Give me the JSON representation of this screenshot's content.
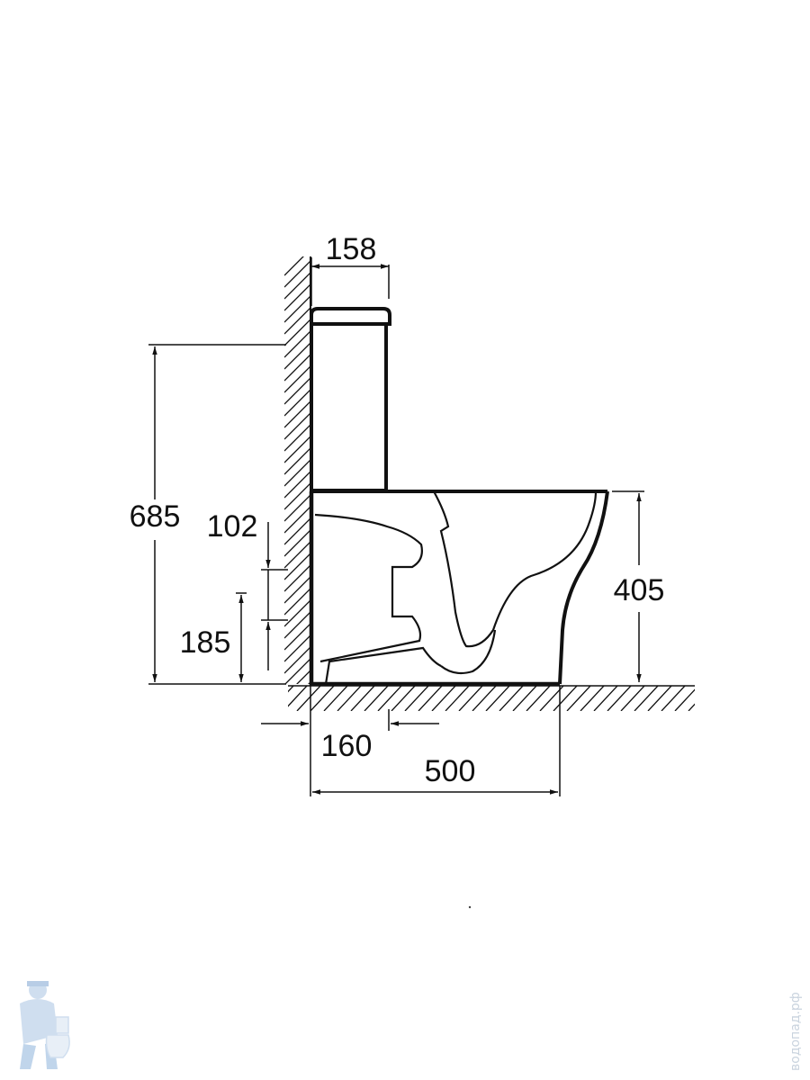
{
  "diagram": {
    "dimensions": {
      "tank_depth": "158",
      "total_height": "685",
      "outlet_height_range": "102",
      "outlet_height": "185",
      "seat_height": "405",
      "outlet_offset": "160",
      "total_length": "500"
    },
    "watermark": {
      "text": "водопад.рф",
      "logo_icon": "plumber-mascot-icon"
    },
    "colors": {
      "line": "#111111",
      "watermark": "#a9c4e2"
    }
  }
}
